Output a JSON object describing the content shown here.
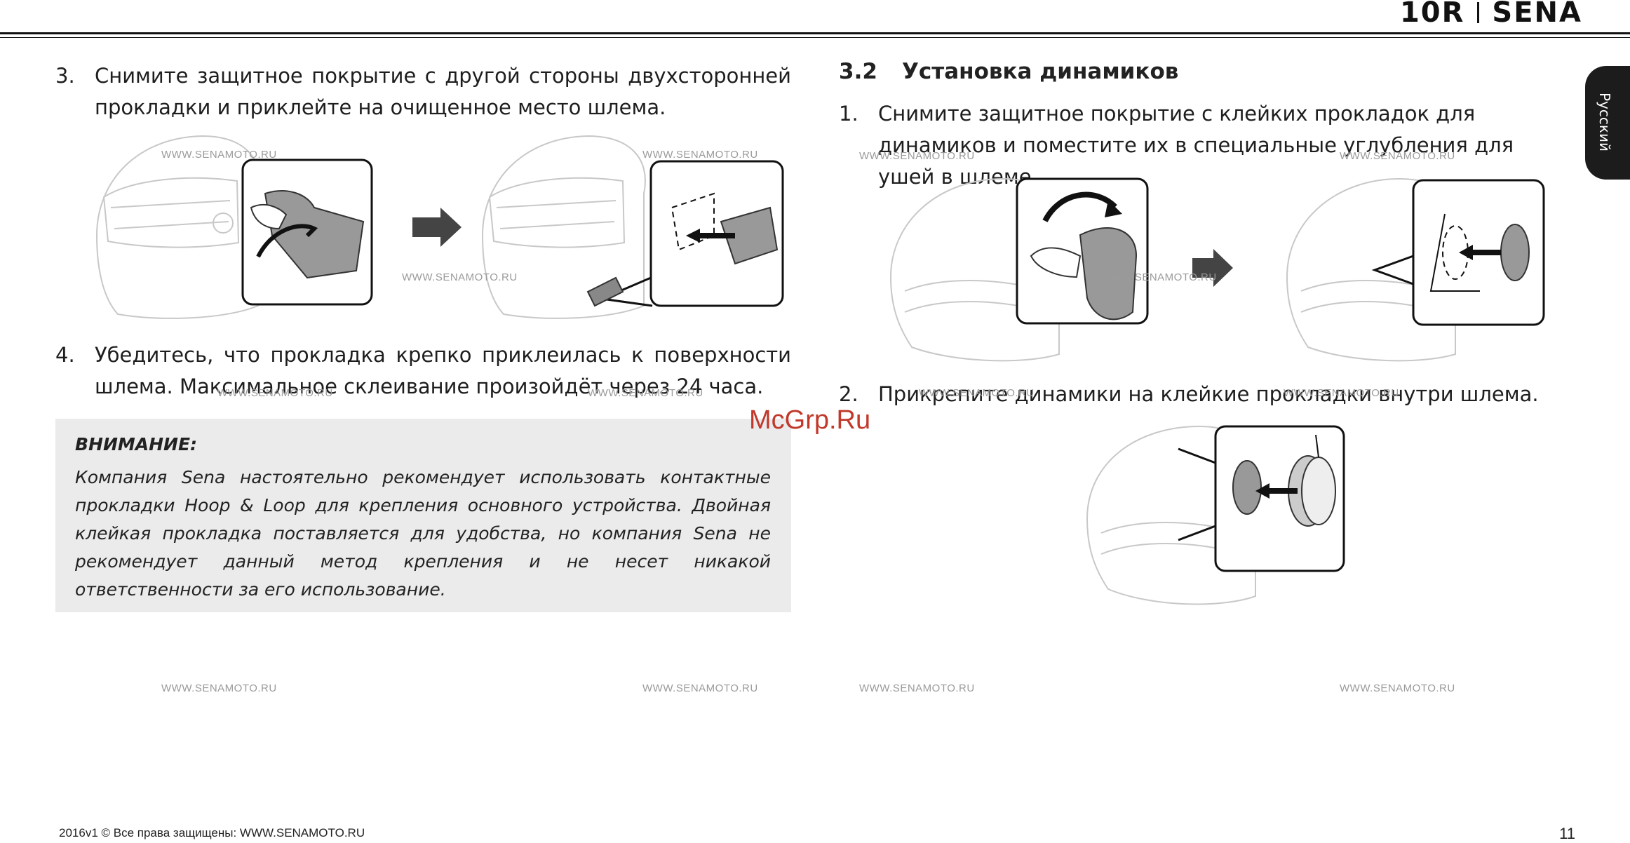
{
  "header": {
    "model": "10R",
    "brand": "SENA"
  },
  "side_tab": {
    "language": "Русский"
  },
  "left": {
    "step3": {
      "num": "3.",
      "text": "Снимите защитное покрытие с другой стороны двухсторонней прокладки и приклейте на очищенное место шлема."
    },
    "step4": {
      "num": "4.",
      "text": "Убедитесь, что прокладка крепко приклеилась к поверхности шлема. Максимальное склеивание произойдёт через 24 часа."
    },
    "note": {
      "title": "ВНИМАНИЕ:",
      "body": "Компания Sena настоятельно рекомендует использовать контактные прокладки Hoop & Loop для крепления основного устройства. Двойная клейкая прокладка поставляется для удобства, но компания Sena не рекомендует данный метод крепления и не несет никакой ответственности за его использование."
    }
  },
  "right": {
    "section": {
      "num": "3.2",
      "title": "Установка динамиков"
    },
    "step1": {
      "num": "1.",
      "text": "Снимите защитное покрытие с клейких прокладок для динамиков и поместите их в специальные углубления для ушей в шлеме."
    },
    "step2": {
      "num": "2.",
      "text": "Прикрепите динамики на клейкие прокладки внутри шлема."
    }
  },
  "watermark": "WWW.SENAMOTO.RU",
  "overlay_mark": "McGrp.Ru",
  "footer": {
    "copyright": "2016v1 © Все права защищены: WWW.SENAMOTO.RU",
    "page": "11"
  }
}
